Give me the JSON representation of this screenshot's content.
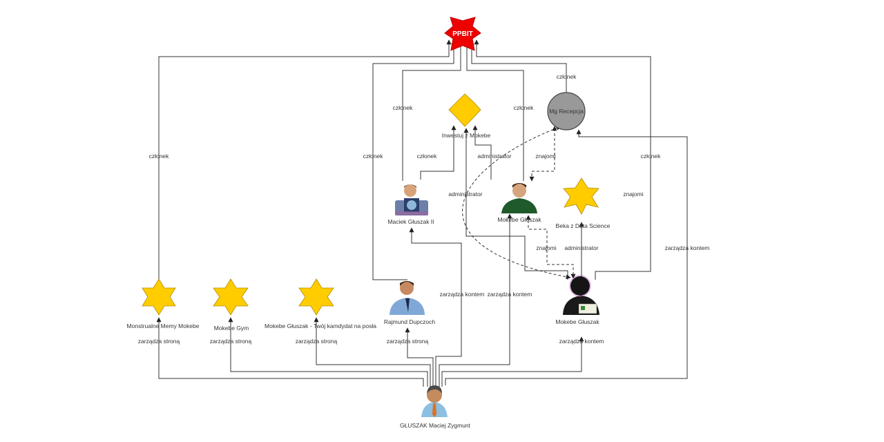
{
  "colors": {
    "edge": "#333333",
    "star": "#ffcc00",
    "badge": "#ee0000",
    "circle": "#999999",
    "person_hair": "#6b4a2b",
    "person_shirt": "#ffffff",
    "tie": "#e07020"
  },
  "nodes": {
    "ppbit": {
      "label": "PPBIT",
      "icon": "badge-star-icon"
    },
    "mg_recepcja": {
      "label": "Mg Recepcja",
      "icon": "circle-icon"
    },
    "inwestuj": {
      "label": "Inwestuj z Mokebe",
      "icon": "star-icon"
    },
    "maciek": {
      "label": "Maciek Głuszak II",
      "icon": "person-photo-icon"
    },
    "mokebe_gl_top": {
      "label": "Mokebe Głuszak",
      "icon": "person-photo-icon"
    },
    "beka": {
      "label": "Beka z Data Science",
      "icon": "star-icon"
    },
    "monstrualne": {
      "label": "Monstrualne Memy Mokebe",
      "icon": "star-icon"
    },
    "gym": {
      "label": "Mokebe Gym",
      "icon": "star-icon"
    },
    "kandydat": {
      "label": "Mokebe Głuszak - Twój kamdydat na posła",
      "icon": "star-icon"
    },
    "rajmund": {
      "label": "Rajmund Dupczoch",
      "icon": "person-photo-icon"
    },
    "mokebe_gl_bottom": {
      "label": "Mokebe Głuszak",
      "icon": "person-photo-icon"
    },
    "gluszak_maciej": {
      "label": "GŁUSZAK Maciej Zygmunt",
      "icon": "user-avatar-icon"
    }
  },
  "edges": {
    "czlonek": "członek",
    "znajomi": "znajomi",
    "administrator": "administrator",
    "zarzadza_strona": "zarządza stroną",
    "zarzadza_kontem": "zarządza kontem"
  }
}
